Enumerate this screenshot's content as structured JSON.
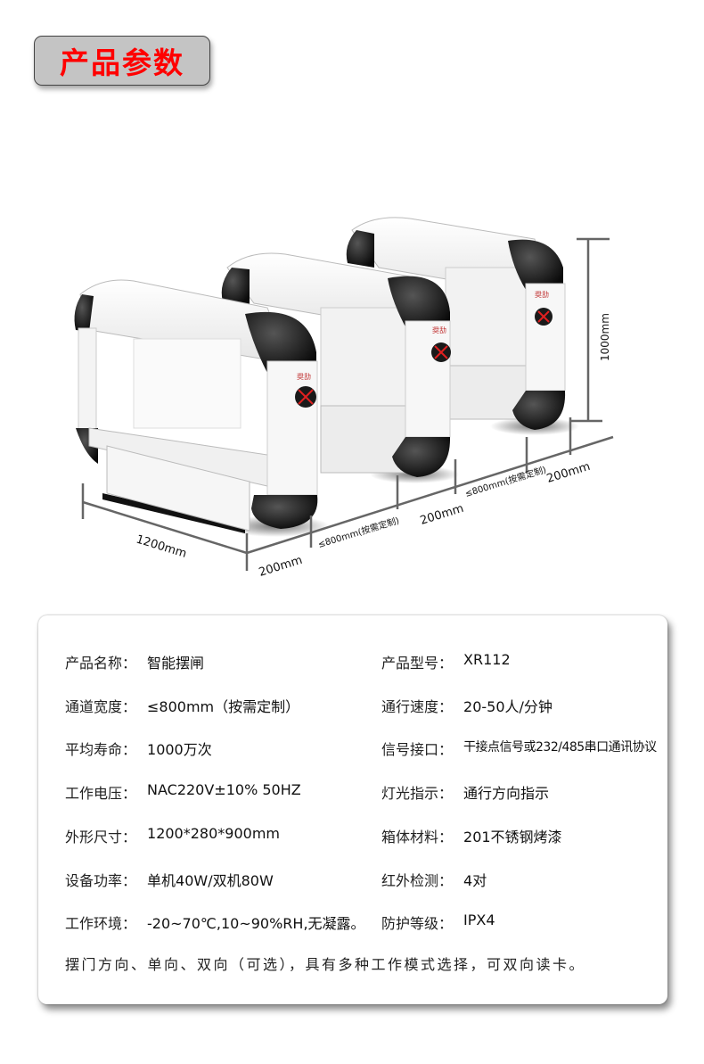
{
  "header": {
    "title": "产品参数",
    "title_color": "#ff0000",
    "badge_bg": "#c4c4c4"
  },
  "diagram": {
    "subject": "三台智能摆闸组成双通道",
    "dimensions": {
      "length": "1200mm",
      "height": "1000mm",
      "side_width_1": "200mm",
      "side_width_2": "200mm",
      "side_width_3": "200mm",
      "lane_width_1": "≤800mm(按需定制)",
      "lane_width_2": "≤800mm(按需定制)"
    },
    "indicator": "red-x-icon",
    "card_reader": "rfid-card-icon"
  },
  "specs": {
    "left": [
      {
        "label": "产品名称：",
        "value": "智能摆闸"
      },
      {
        "label": "通道宽度：",
        "value": "≤800mm（按需定制）"
      },
      {
        "label": "平均寿命：",
        "value": "1000万次"
      },
      {
        "label": "工作电压：",
        "value": "NAC220V±10% 50HZ"
      },
      {
        "label": "外形尺寸：",
        "value": "1200*280*900mm"
      },
      {
        "label": "设备功率：",
        "value": "单机40W/双机80W"
      },
      {
        "label": "工作环境：",
        "value": "-20~70℃,10~90%RH,无凝露。"
      }
    ],
    "right": [
      {
        "label": "产品型号：",
        "value": "XR112"
      },
      {
        "label": "通行速度：",
        "value": "20-50人/分钟"
      },
      {
        "label": "信号接口：",
        "value": "干接点信号或232/485串口通讯协议"
      },
      {
        "label": "灯光指示：",
        "value": "通行方向指示"
      },
      {
        "label": "箱体材料：",
        "value": "201不锈钢烤漆"
      },
      {
        "label": "红外检测：",
        "value": "4对"
      },
      {
        "label": "防护等级：",
        "value": "IPX4"
      }
    ],
    "footer": "摆门方向、单向、双向（可选），具有多种工作模式选择，可双向读卡。"
  }
}
